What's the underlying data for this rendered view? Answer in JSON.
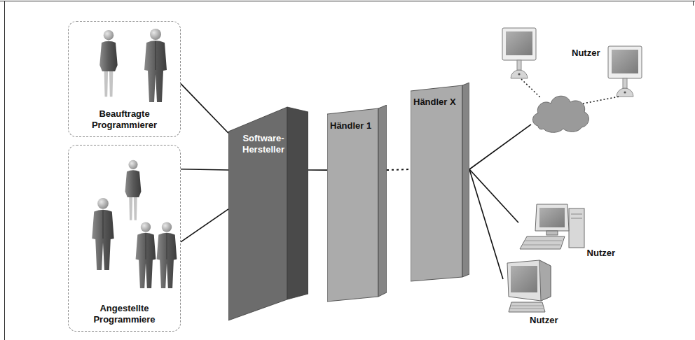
{
  "diagram": {
    "nodes": [
      {
        "text": [
          "Beauftragte Programmierer"
        ]
      },
      {
        "text": [
          "Angestellte Programmiere"
        ]
      },
      {
        "text": [
          "Software- Hersteller"
        ]
      },
      {
        "text": [
          "Händler 1"
        ]
      },
      {
        "text": [
          "Händler X"
        ]
      },
      {
        "text": [
          "Nutzer"
        ]
      },
      {
        "text": [
          "Nutzer"
        ]
      },
      {
        "text": [
          "Nutzer"
        ]
      }
    ],
    "edges": [
      {
        "from": 0,
        "to": 2,
        "arrow": "none"
      },
      {
        "from": 1,
        "to": 2,
        "arrow": "none"
      },
      {
        "from": 1,
        "to": 2,
        "arrow": "none"
      },
      {
        "from": 2,
        "to": 3,
        "arrow": "none"
      },
      {
        "from": 3,
        "to": 4,
        "arrow": "none"
      },
      {
        "from": 4,
        "to": 5,
        "arrow": "none"
      },
      {
        "from": 4,
        "to": 6,
        "arrow": "none"
      },
      {
        "from": 4,
        "to": 7,
        "arrow": "none"
      }
    ]
  }
}
